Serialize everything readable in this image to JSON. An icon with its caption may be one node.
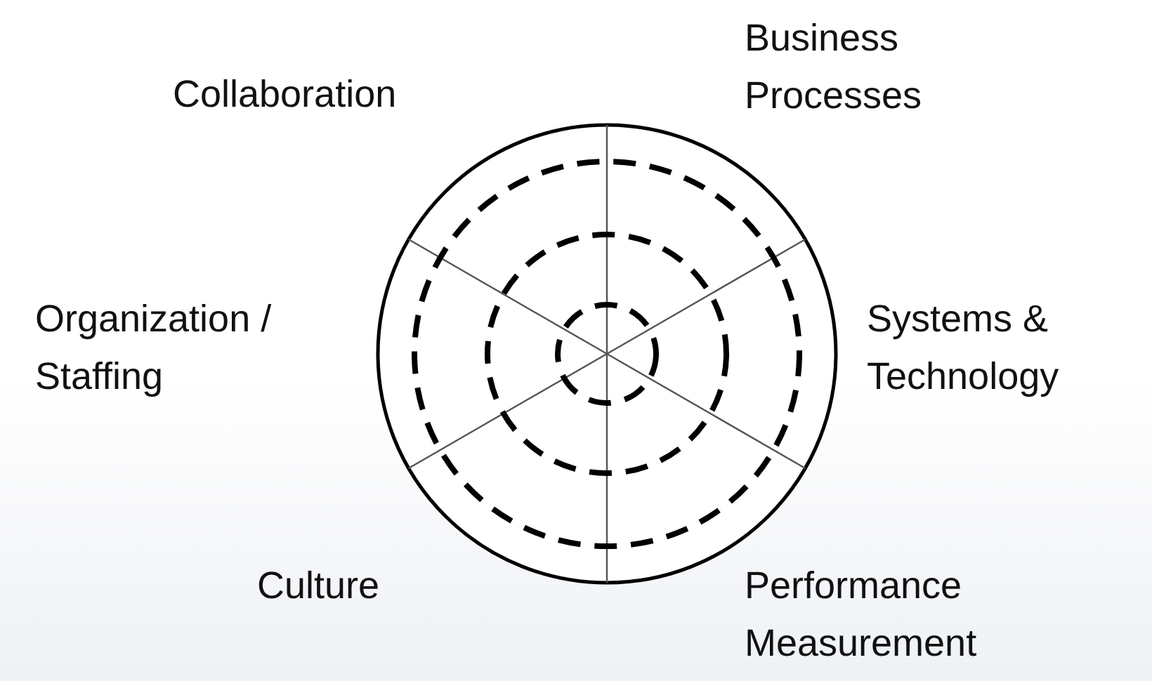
{
  "diagram": {
    "labels": [
      "Business Processes",
      "Collaboration",
      "Organization / Staffing",
      "Systems & Technology",
      "Culture",
      "Performance Measurement"
    ]
  }
}
